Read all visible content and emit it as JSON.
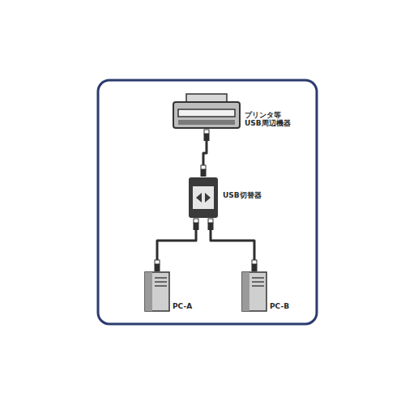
{
  "diagram": {
    "nodes": [
      {
        "text": [
          "プリンタ等 USB周辺機器"
        ]
      },
      {
        "text": [
          "USB切替器"
        ]
      },
      {
        "text": [
          "PC-A"
        ]
      },
      {
        "text": [
          "PC-B"
        ]
      }
    ],
    "edges": [
      {
        "from": 0,
        "to": 1,
        "arrow": "none"
      },
      {
        "from": 1,
        "to": 2,
        "arrow": "none"
      },
      {
        "from": 1,
        "to": 3,
        "arrow": "none"
      }
    ]
  }
}
